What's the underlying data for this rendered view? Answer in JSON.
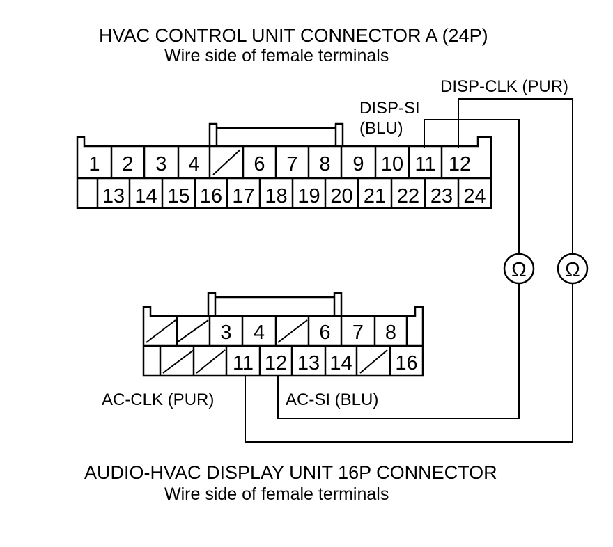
{
  "top_connector": {
    "title": "HVAC CONTROL UNIT CONNECTOR A (24P)",
    "subtitle": "Wire side of female terminals",
    "row1": [
      "1",
      "2",
      "3",
      "4",
      "",
      "6",
      "7",
      "8",
      "9",
      "10",
      "11",
      "12"
    ],
    "row2": [
      "",
      "13",
      "14",
      "15",
      "16",
      "17",
      "18",
      "19",
      "20",
      "21",
      "22",
      "23",
      "24"
    ]
  },
  "bottom_connector": {
    "title": "AUDIO-HVAC DISPLAY UNIT 16P CONNECTOR",
    "subtitle": "Wire side of female terminals",
    "row1": [
      "",
      "",
      "3",
      "4",
      "",
      "6",
      "7",
      "8"
    ],
    "row2": [
      "",
      "",
      "11",
      "12",
      "13",
      "14",
      "",
      "16"
    ]
  },
  "wire_labels": {
    "disp_clk": "DISP-CLK (PUR)",
    "disp_si_line1": "DISP-SI",
    "disp_si_line2": "(BLU)",
    "ac_clk": "AC-CLK (PUR)",
    "ac_si": "AC-SI (BLU)"
  },
  "meters": [
    "Ω",
    "Ω"
  ],
  "colors": {
    "line": "#000000",
    "background": "#ffffff"
  }
}
